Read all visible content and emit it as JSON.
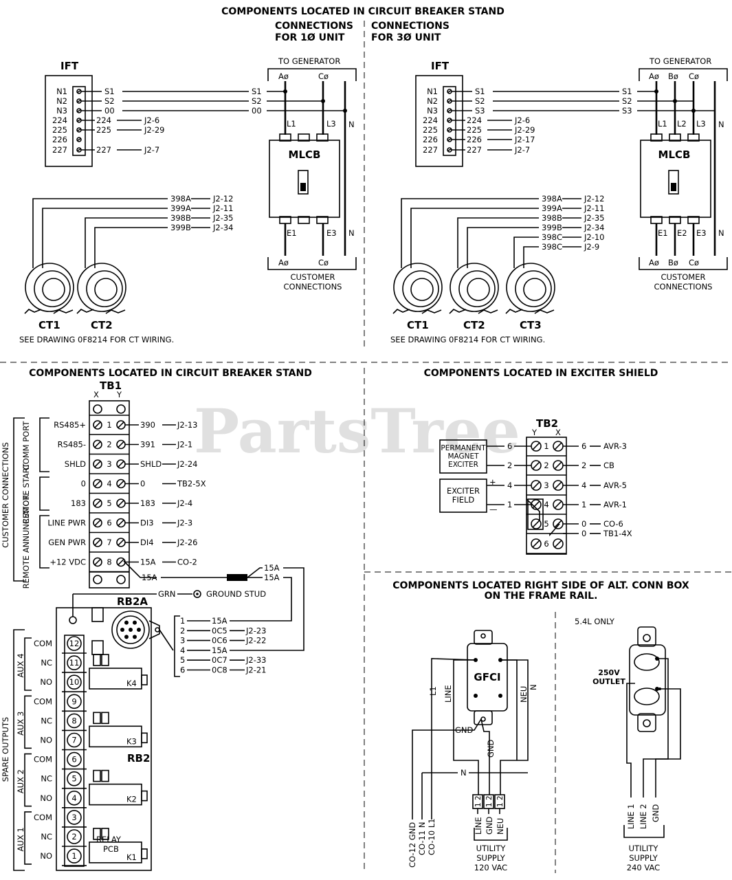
{
  "watermark": "PartsTree",
  "top": {
    "heading": "COMPONENTS LOCATED IN CIRCUIT BREAKER STAND",
    "col1_heading": [
      "CONNECTIONS",
      "FOR 1Ø UNIT"
    ],
    "col2_heading": [
      "CONNECTIONS",
      "FOR 3Ø UNIT"
    ],
    "ift_label": "IFT",
    "to_generator": "TO GENERATOR",
    "mlcb": "MLCB",
    "customer_connections": [
      "CUSTOMER",
      "CONNECTIONS"
    ],
    "see_drawing": "SEE DRAWING 0F8214 FOR CT WIRING.",
    "ift_terms_left": [
      "N1",
      "N2",
      "N3",
      "224",
      "225",
      "226",
      "227"
    ],
    "single": {
      "ift_wires": [
        "S1",
        "S2",
        "00",
        "224",
        "225",
        "",
        "227"
      ],
      "ift_jumps": [
        "",
        "",
        "",
        "J2-6",
        "J2-29",
        "",
        "J2-7"
      ],
      "gen_phases": [
        "Aø",
        "Cø"
      ],
      "line_labels": [
        "L1",
        "L3"
      ],
      "load_labels": [
        "E1",
        "E3"
      ],
      "out_phases": [
        "Aø",
        "Cø"
      ],
      "ct_wires": [
        [
          "398A",
          "J2-12"
        ],
        [
          "399A",
          "J2-11"
        ],
        [
          "398B",
          "J2-35"
        ],
        [
          "399B",
          "J2-34"
        ]
      ],
      "cts": [
        "CT1",
        "CT2"
      ],
      "neutral": "N"
    },
    "three": {
      "ift_wires": [
        "S1",
        "S2",
        "S3",
        "224",
        "225",
        "226",
        "227"
      ],
      "ift_jumps": [
        "",
        "",
        "",
        "J2-6",
        "J2-29",
        "J2-17",
        "J2-7"
      ],
      "gen_phases": [
        "Aø",
        "Bø",
        "Cø"
      ],
      "line_labels": [
        "L1",
        "L2",
        "L3"
      ],
      "load_labels": [
        "E1",
        "E2",
        "E3"
      ],
      "out_phases": [
        "Aø",
        "Bø",
        "Cø"
      ],
      "ct_wires": [
        [
          "398A",
          "J2-12"
        ],
        [
          "399A",
          "J2-11"
        ],
        [
          "398B",
          "J2-35"
        ],
        [
          "399B",
          "J2-34"
        ],
        [
          "398C",
          "J2-10"
        ],
        [
          "398C",
          "J2-9"
        ]
      ],
      "cts": [
        "CT1",
        "CT2",
        "CT3"
      ],
      "neutral": "N"
    }
  },
  "tb1": {
    "heading": "COMPONENTS LOCATED IN CIRCUIT BREAKER STAND",
    "label": "TB1",
    "xy": [
      "X",
      "Y"
    ],
    "customer_connections": "CUSTOMER CONNECTIONS",
    "groups": [
      "COMM PORT",
      "REMOTE START",
      "REMOTE ANNUNCIATOR"
    ],
    "rows": [
      {
        "left": "RS485+",
        "n": "1",
        "wire": "390",
        "dest": "J2-13"
      },
      {
        "left": "RS485-",
        "n": "2",
        "wire": "391",
        "dest": "J2-1"
      },
      {
        "left": "SHLD",
        "n": "3",
        "wire": "SHLD",
        "dest": "J2-24"
      },
      {
        "left": "0",
        "n": "4",
        "wire": "0",
        "dest": "TB2-5X"
      },
      {
        "left": "183",
        "n": "5",
        "wire": "183",
        "dest": "J2-4"
      },
      {
        "left": "LINE PWR",
        "n": "6",
        "wire": "DI3",
        "dest": "J2-3"
      },
      {
        "left": "GEN PWR",
        "n": "7",
        "wire": "DI4",
        "dest": "J2-26"
      },
      {
        "left": "+12 VDC",
        "n": "8",
        "wire": "15A",
        "dest": "CO-2"
      }
    ],
    "extra_15a": "15A",
    "fuse_15a": [
      "15A",
      "15A"
    ],
    "grn": "GRN",
    "ground_stud": "GROUND STUD"
  },
  "rb2": {
    "label_a": "RB2A",
    "label": "RB2",
    "spare_outputs": "SPARE OUTPUTS",
    "aux": [
      "AUX 4",
      "AUX 3",
      "AUX 2",
      "AUX 1"
    ],
    "contacts": [
      "COM",
      "NC",
      "NO"
    ],
    "relays": [
      "K4",
      "K3",
      "K2",
      "K1"
    ],
    "relay_pcb": [
      "RELAY",
      "PCB"
    ],
    "terminals": [
      "12",
      "11",
      "10",
      "9",
      "8",
      "7",
      "6",
      "5",
      "4",
      "3",
      "2",
      "1"
    ],
    "connector": [
      {
        "pin": "1",
        "wire": "15A",
        "dest": ""
      },
      {
        "pin": "2",
        "wire": "0C5",
        "dest": "J2-23"
      },
      {
        "pin": "3",
        "wire": "0C6",
        "dest": "J2-22"
      },
      {
        "pin": "4",
        "wire": "15A",
        "dest": ""
      },
      {
        "pin": "5",
        "wire": "0C7",
        "dest": "J2-33"
      },
      {
        "pin": "6",
        "wire": "0C8",
        "dest": "J2-21"
      }
    ]
  },
  "exciter": {
    "heading": "COMPONENTS LOCATED IN EXCITER SHIELD",
    "label": "TB2",
    "xy": [
      "Y",
      "X"
    ],
    "pme": [
      "PERMANENT",
      "MAGNET",
      "EXCITER"
    ],
    "field": [
      "EXCITER",
      "FIELD"
    ],
    "plus": "+",
    "minus": "—",
    "rows": [
      {
        "lw": "6",
        "n": "1",
        "rw": "6",
        "dest": "AVR-3"
      },
      {
        "lw": "2",
        "n": "2",
        "rw": "2",
        "dest": "CB"
      },
      {
        "lw": "4",
        "n": "3",
        "rw": "4",
        "dest": "AVR-5"
      },
      {
        "lw": "1",
        "n": "4",
        "rw": "1",
        "dest": "AVR-1"
      },
      {
        "lw": "",
        "n": "5",
        "rw": "0",
        "dest": "CO-6"
      },
      {
        "lw": "",
        "n": "6",
        "rw": "",
        "dest": ""
      }
    ],
    "extra": {
      "rw": "0",
      "dest": "TB1-4X"
    }
  },
  "outlets": {
    "heading": [
      "COMPONENTS LOCATED RIGHT SIDE OF ALT. CONN BOX",
      "ON THE FRAME RAIL."
    ],
    "only": "5.4L ONLY",
    "gfci": "GFCI",
    "outlet250": [
      "250V",
      "OUTLET"
    ],
    "l1": "L1",
    "line": "LINE",
    "neu": "NEU",
    "n": "N",
    "gnd": "GND",
    "bottom_left": [
      "CO-12 GND",
      "CO-11 N",
      "CO-10 L1"
    ],
    "supply120_terms": [
      "LINE",
      "GND",
      "NEU"
    ],
    "box": "1 2",
    "supply120": [
      "UTILITY",
      "SUPPLY",
      "120 VAC"
    ],
    "supply240_terms": [
      "LINE 1",
      "LINE 2",
      "GND"
    ],
    "supply240": [
      "UTILITY",
      "SUPPLY",
      "240 VAC"
    ]
  }
}
